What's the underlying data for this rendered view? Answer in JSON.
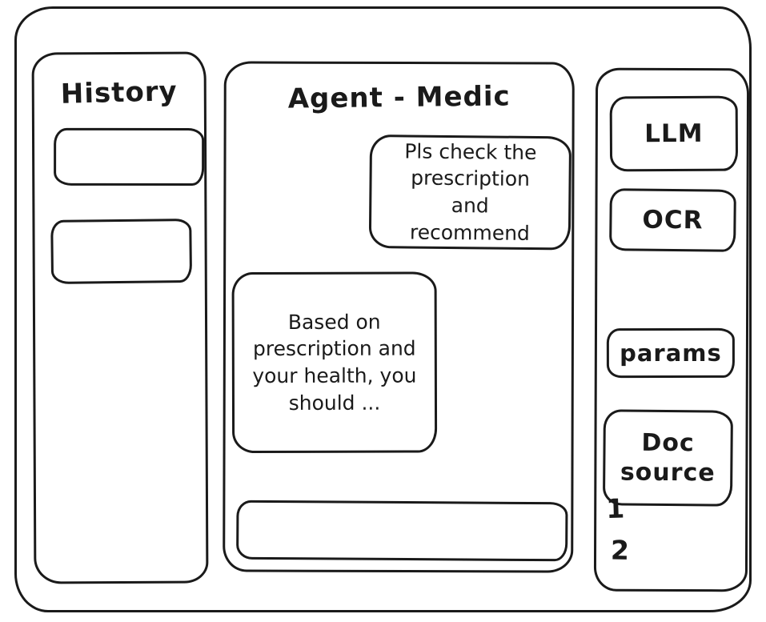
{
  "history": {
    "title": "History"
  },
  "chat": {
    "title": "Agent - Medic",
    "messages": [
      {
        "role": "user",
        "text": "Pls check the prescription and recommend"
      },
      {
        "role": "assistant",
        "text": "Based on prescription and your health, you should ..."
      }
    ],
    "input": {
      "value": ""
    }
  },
  "tools": {
    "items": [
      {
        "label": "LLM"
      },
      {
        "label": "OCR"
      },
      {
        "label": "params"
      },
      {
        "label": "Doc source"
      }
    ],
    "doc_list": [
      "1",
      "2"
    ]
  },
  "colors": {
    "stroke": "#1a1a1a",
    "background": "#ffffff"
  }
}
